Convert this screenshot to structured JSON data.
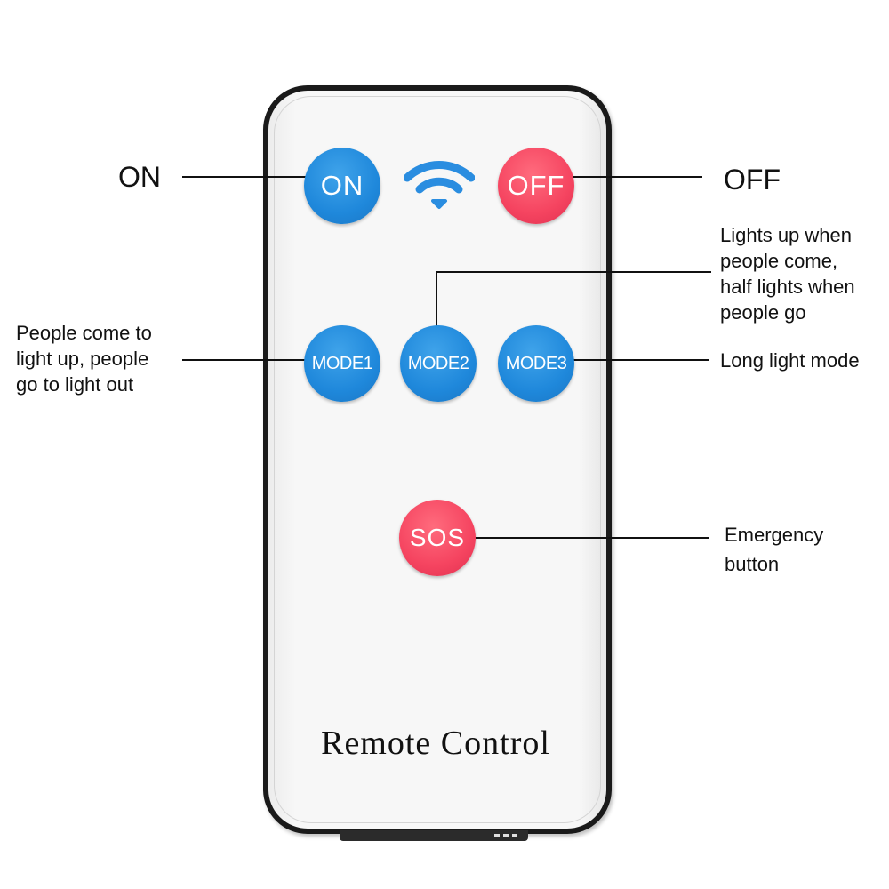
{
  "remote": {
    "brand_text": "Remote Control"
  },
  "buttons": {
    "on": "ON",
    "off": "OFF",
    "mode1": "MODE1",
    "mode2": "MODE2",
    "mode3": "MODE3",
    "sos": "SOS"
  },
  "labels": {
    "on": "ON",
    "off": "OFF",
    "mode1": [
      "People come to",
      "light up, people",
      "go to light out"
    ],
    "mode2": [
      "Lights up when",
      "people come,",
      "half lights when",
      "people go"
    ],
    "mode3": "Long light mode",
    "sos": [
      "Emergency",
      "button"
    ]
  },
  "icons": {
    "signal": "wifi-signal-icon"
  },
  "colors": {
    "blue_button": "#1f88db",
    "red_button": "#f54460",
    "remote_border": "#1a1a1a",
    "remote_body": "#f7f7f7"
  }
}
